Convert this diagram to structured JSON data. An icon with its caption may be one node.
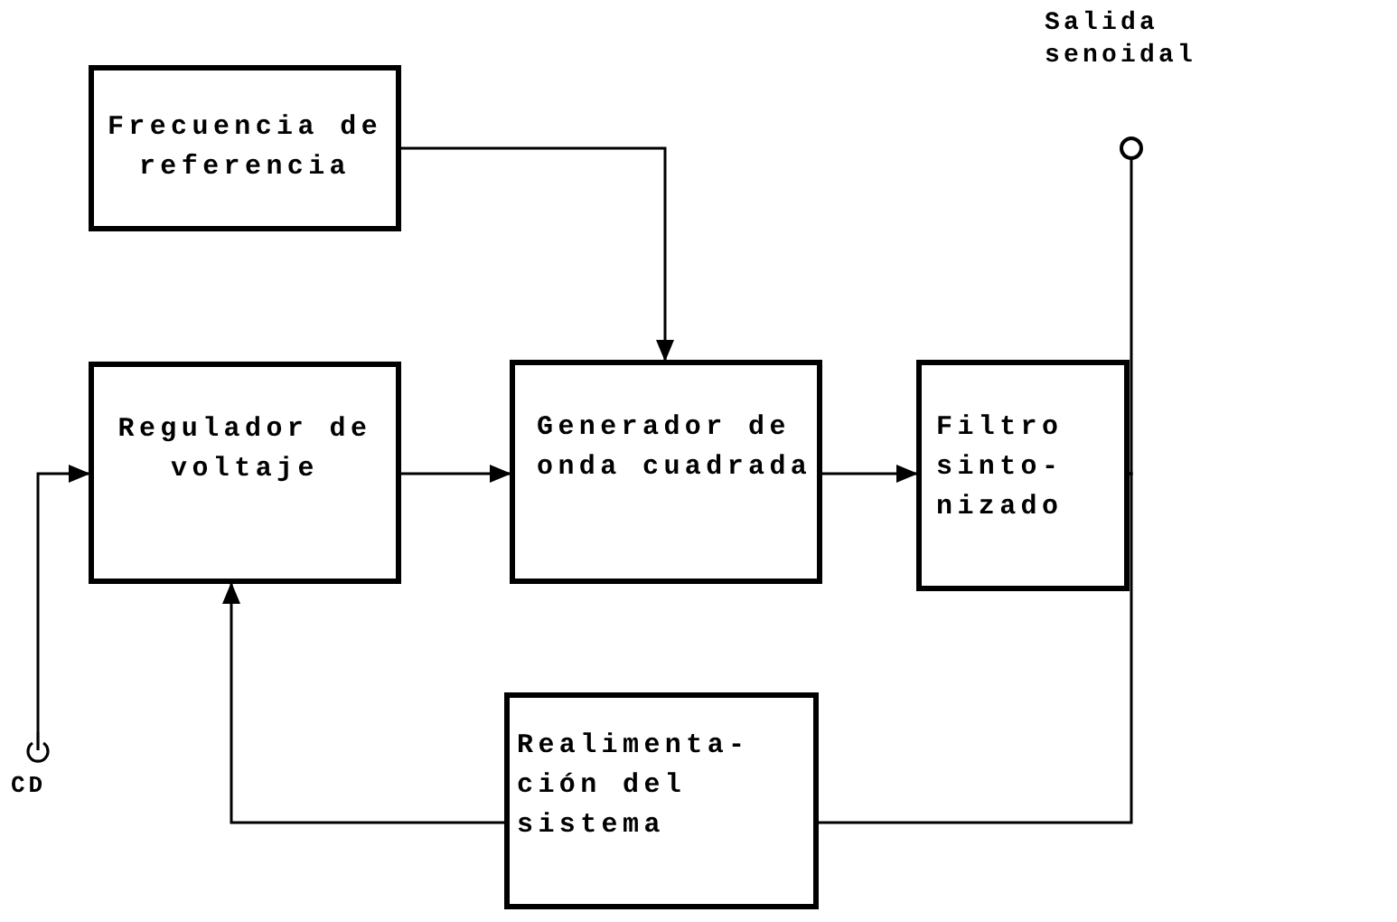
{
  "diagram": {
    "nodes": [
      {
        "text": [
          "Frecuencia de referencia"
        ]
      },
      {
        "text": [
          "Regulador de voltaje"
        ]
      },
      {
        "text": [
          "Generador de onda cuadrada"
        ]
      },
      {
        "text": [
          "Filtro sinto- nizado"
        ]
      },
      {
        "text": [
          "Realimenta- ción del sistema"
        ]
      },
      {
        "text": [
          "Salida senoidal"
        ]
      },
      {
        "text": [
          "CD"
        ]
      }
    ],
    "edges": [
      {
        "from": 0,
        "to": 2,
        "arrow": "to"
      },
      {
        "from": 1,
        "to": 2,
        "arrow": "to"
      },
      {
        "from": 2,
        "to": 3,
        "arrow": "to"
      },
      {
        "from": 3,
        "to": 5,
        "arrow": "none"
      },
      {
        "from": 3,
        "to": 4,
        "arrow": "none"
      },
      {
        "from": 4,
        "to": 1,
        "arrow": "to"
      },
      {
        "from": 6,
        "to": 1,
        "arrow": "to"
      }
    ]
  }
}
